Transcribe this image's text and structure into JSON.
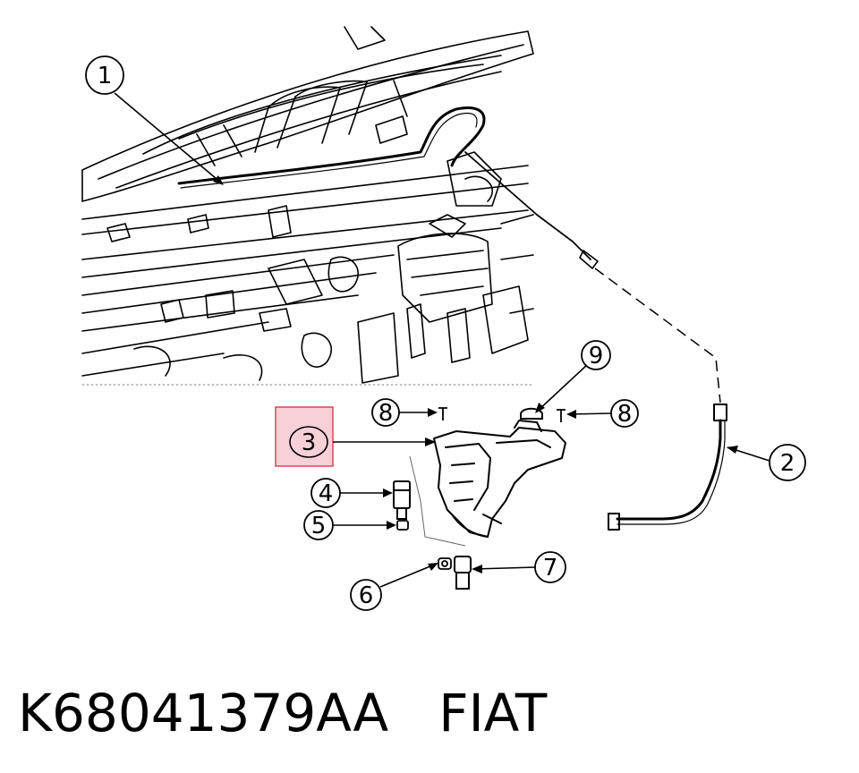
{
  "caption": {
    "part_number": "K68041379AA",
    "brand": "FIAT"
  },
  "callouts": [
    {
      "id": "callout-1",
      "label": "1"
    },
    {
      "id": "callout-2",
      "label": "2"
    },
    {
      "id": "callout-3",
      "label": "3"
    },
    {
      "id": "callout-4",
      "label": "4"
    },
    {
      "id": "callout-5",
      "label": "5"
    },
    {
      "id": "callout-6",
      "label": "6"
    },
    {
      "id": "callout-7",
      "label": "7"
    },
    {
      "id": "callout-8a",
      "label": "8"
    },
    {
      "id": "callout-8b",
      "label": "8"
    },
    {
      "id": "callout-9",
      "label": "9"
    }
  ],
  "colors": {
    "line": "#000000",
    "highlight_fill": "#f7d0d8",
    "highlight_stroke": "#e0405a"
  }
}
